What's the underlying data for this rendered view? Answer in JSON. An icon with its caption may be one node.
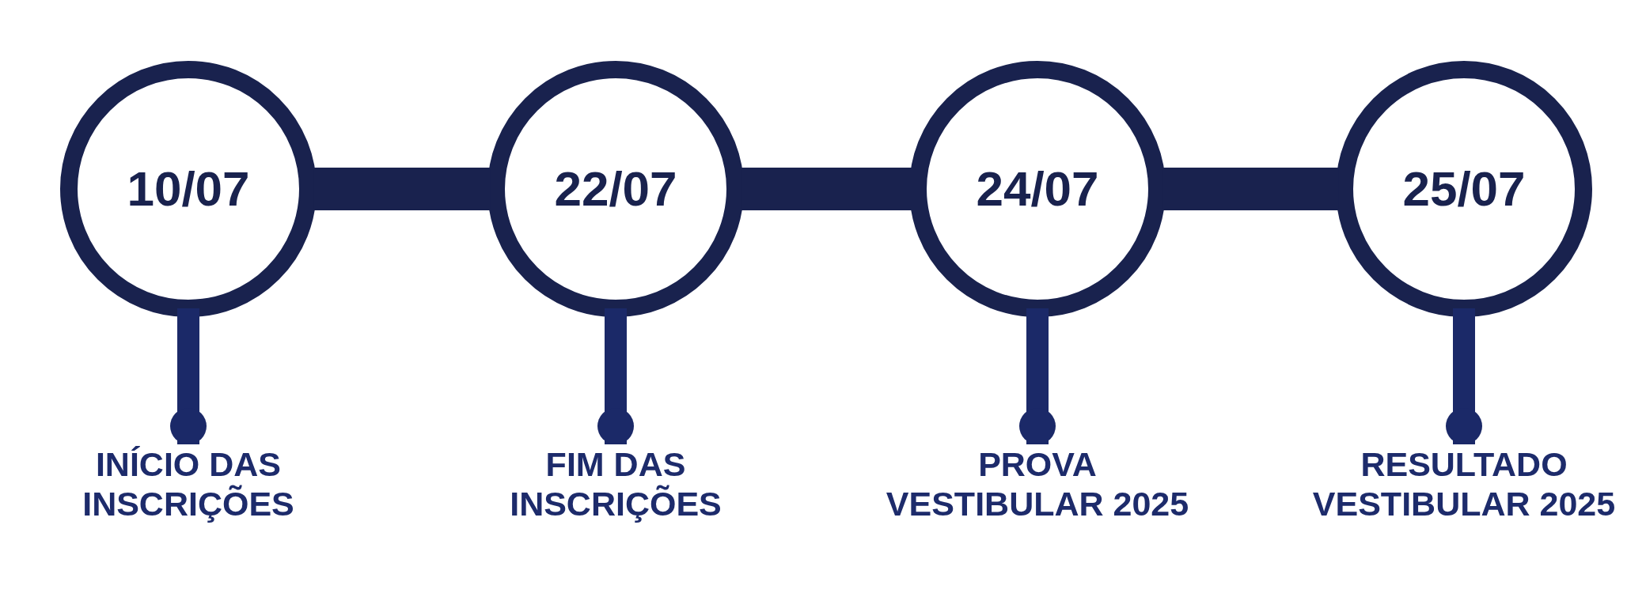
{
  "diagram": {
    "nodes": [
      {
        "text": [
          "10/07"
        ]
      },
      {
        "text": [
          "22/07"
        ]
      },
      {
        "text": [
          "24/07"
        ]
      },
      {
        "text": [
          "25/07"
        ]
      },
      {
        "text": [
          "INÍCIO DAS INSCRIÇÕES"
        ]
      },
      {
        "text": [
          "FIM DAS INSCRIÇÕES"
        ]
      },
      {
        "text": [
          "PROVA VESTIBULAR 2025"
        ]
      },
      {
        "text": [
          "RESULTADO VESTIBULAR 2025"
        ]
      }
    ],
    "edges": [
      {
        "from": 0,
        "to": 1,
        "arrow": "none",
        "style": "thick",
        "color": "#19224e"
      },
      {
        "from": 1,
        "to": 2,
        "arrow": "none",
        "style": "thick",
        "color": "#19224e"
      },
      {
        "from": 2,
        "to": 3,
        "arrow": "none",
        "style": "thick",
        "color": "#19224e"
      },
      {
        "from": 0,
        "to": 4,
        "arrow": "other"
      },
      {
        "from": 1,
        "to": 5,
        "arrow": "other"
      },
      {
        "from": 2,
        "to": 6,
        "arrow": "other"
      },
      {
        "from": 3,
        "to": 7,
        "arrow": "other"
      }
    ]
  }
}
